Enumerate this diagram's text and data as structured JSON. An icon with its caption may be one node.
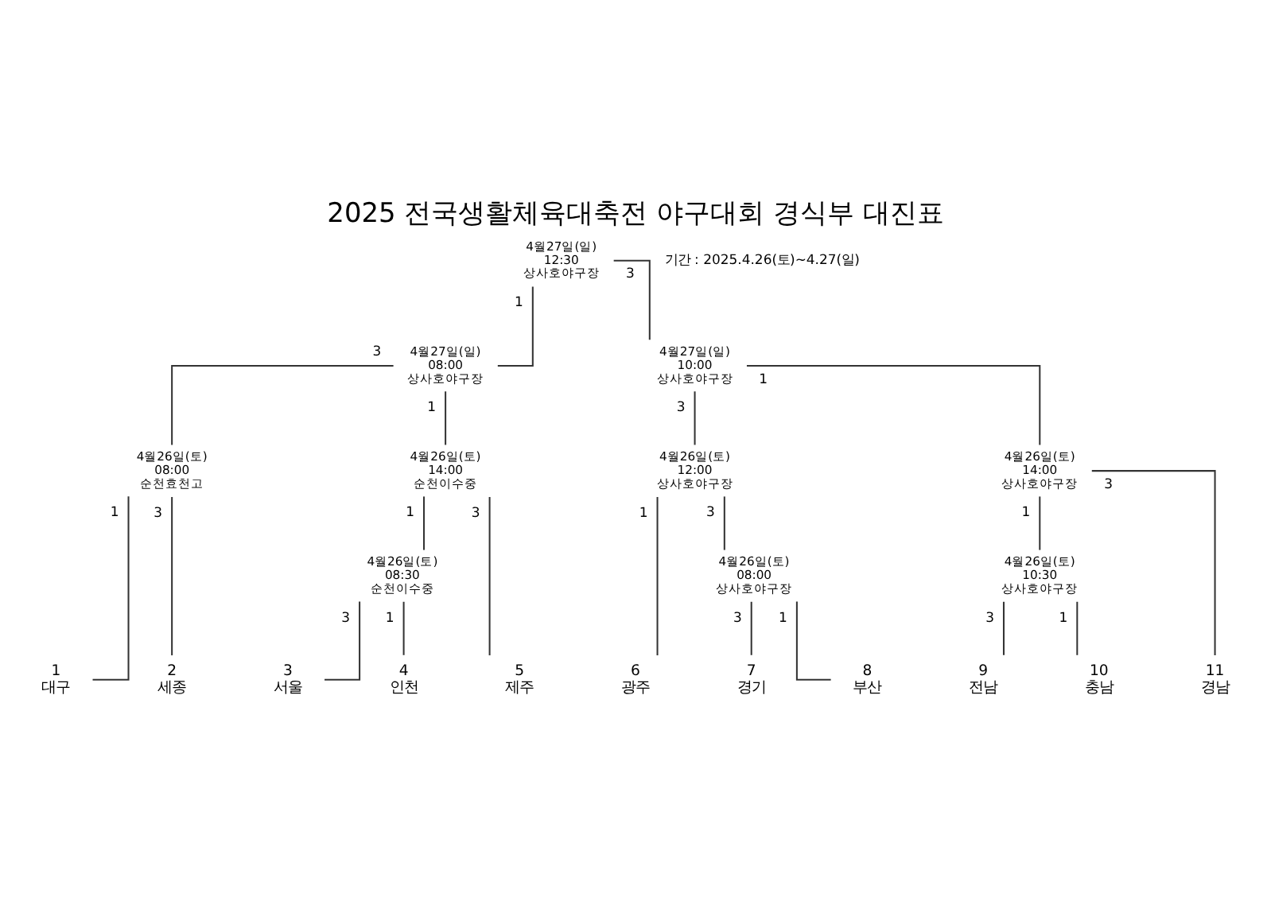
{
  "diagram": {
    "title": "2025 전국생활체육대축전 야구대회 경식부 대진표",
    "nodes": [
      {
        "text": [
          "4월27일(일)",
          "12:30",
          "상사호야구장"
        ]
      },
      {
        "text": [
          "4월27일(일)",
          "08:00",
          "상사호야구장"
        ]
      },
      {
        "text": [
          "4월27일(일)",
          "10:00",
          "상사호야구장"
        ]
      },
      {
        "text": [
          "4월26일(토)",
          "08:00",
          "순천효천고"
        ]
      },
      {
        "text": [
          "4월26일(토)",
          "14:00",
          "순천이수중"
        ]
      },
      {
        "text": [
          "4월26일(토)",
          "12:00",
          "상사호야구장"
        ]
      },
      {
        "text": [
          "4월26일(토)",
          "14:00",
          "상사호야구장"
        ]
      },
      {
        "text": [
          "4월26일(토)",
          "08:30",
          "순천이수중"
        ]
      },
      {
        "text": [
          "4월26일(토)",
          "08:00",
          "상사호야구장"
        ]
      },
      {
        "text": [
          "4월26일(토)",
          "10:30",
          "상사호야구장"
        ]
      },
      {
        "text": [
          "1",
          "대구"
        ]
      },
      {
        "text": [
          "2",
          "세종"
        ]
      },
      {
        "text": [
          "3",
          "서울"
        ]
      },
      {
        "text": [
          "4",
          "인천"
        ]
      },
      {
        "text": [
          "5",
          "제주"
        ]
      },
      {
        "text": [
          "6",
          "광주"
        ]
      },
      {
        "text": [
          "7",
          "경기"
        ]
      },
      {
        "text": [
          "8",
          "부산"
        ]
      },
      {
        "text": [
          "9",
          "전남"
        ]
      },
      {
        "text": [
          "10",
          "충남"
        ]
      },
      {
        "text": [
          "11",
          "경남"
        ]
      }
    ],
    "edges": [
      {
        "from": 1,
        "to": 0,
        "arrow": "none",
        "label": "1"
      },
      {
        "from": 2,
        "to": 0,
        "arrow": "none",
        "label": "3"
      },
      {
        "from": 3,
        "to": 1,
        "arrow": "none",
        "label": "3"
      },
      {
        "from": 4,
        "to": 1,
        "arrow": "none",
        "label": "1"
      },
      {
        "from": 5,
        "to": 2,
        "arrow": "none",
        "label": "3"
      },
      {
        "from": 6,
        "to": 2,
        "arrow": "none",
        "label": "1"
      },
      {
        "from": 10,
        "to": 3,
        "arrow": "none",
        "label": "1"
      },
      {
        "from": 11,
        "to": 3,
        "arrow": "none",
        "label": "3"
      },
      {
        "from": 7,
        "to": 4,
        "arrow": "none",
        "label": "1"
      },
      {
        "from": 14,
        "to": 4,
        "arrow": "none",
        "label": "3"
      },
      {
        "from": 12,
        "to": 7,
        "arrow": "none",
        "label": "3"
      },
      {
        "from": 13,
        "to": 7,
        "arrow": "none",
        "label": "1"
      },
      {
        "from": 15,
        "to": 5,
        "arrow": "none",
        "label": "1"
      },
      {
        "from": 8,
        "to": 5,
        "arrow": "none",
        "label": "3"
      },
      {
        "from": 16,
        "to": 8,
        "arrow": "none",
        "label": "3"
      },
      {
        "from": 17,
        "to": 8,
        "arrow": "none",
        "label": "1"
      },
      {
        "from": 9,
        "to": 6,
        "arrow": "none",
        "label": "1"
      },
      {
        "from": 20,
        "to": 6,
        "arrow": "none",
        "label": "3"
      },
      {
        "from": 18,
        "to": 9,
        "arrow": "none",
        "label": "3"
      },
      {
        "from": 19,
        "to": 9,
        "arrow": "none",
        "label": "1"
      }
    ],
    "labels": [
      "기간 : 2025.4.26(토)~4.27(일)"
    ]
  }
}
